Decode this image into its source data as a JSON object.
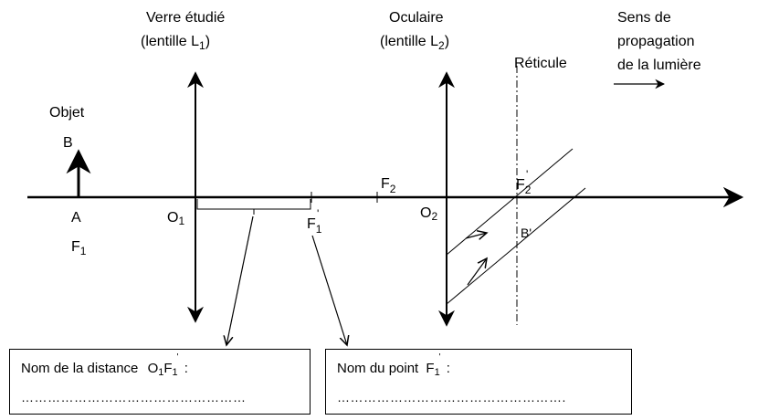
{
  "lens1": {
    "line1": "Verre étudié",
    "line2": "(lentille L",
    "sub": "1",
    "close": ")"
  },
  "lens2": {
    "line1": "Oculaire",
    "line2": "(lentille L",
    "sub": "2",
    "close": ")"
  },
  "reticle": "Réticule",
  "direction": {
    "line1": "Sens de",
    "line2": "propagation",
    "line3": "de la lumière"
  },
  "objet": "Objet",
  "points": {
    "B": "B",
    "A": "A",
    "F1": "F",
    "F1_sub": "1",
    "O1": "O",
    "O1_sub": "1",
    "F1p": "F",
    "F1p_sub": "1",
    "F1p_prime": "'",
    "F2": "F",
    "F2_sub": "2",
    "O2": "O",
    "O2_sub": "2",
    "F2p": "F",
    "F2p_sub": "2",
    "F2p_prime": "'",
    "Bp": "B'"
  },
  "box1": {
    "question": "Nom de la distance",
    "O": "O",
    "O_sub": "1",
    "F": "F",
    "F_sub": "1",
    "F_prime": "'",
    "colon": " :",
    "answer": "……………………………………………"
  },
  "box2": {
    "question": "Nom du point",
    "F": "F",
    "F_sub": "1",
    "F_prime": "'",
    "colon": " :",
    "answer": "……………………………………………."
  }
}
